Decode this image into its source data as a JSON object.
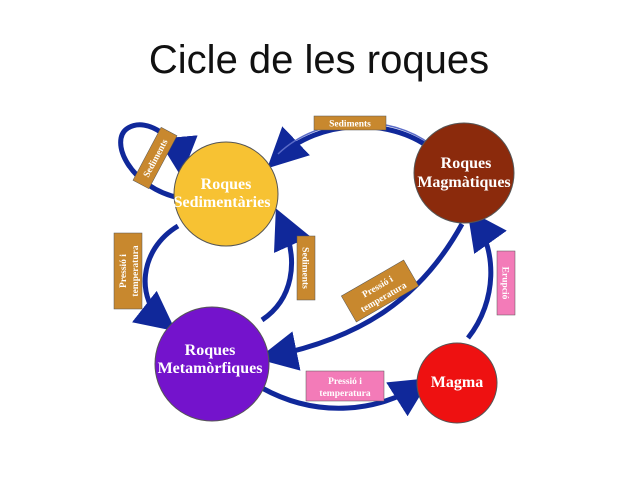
{
  "title": "Cicle de les roques",
  "nodes": {
    "sedimentaries": {
      "line1": "Roques",
      "line2": "Sedimentàries",
      "color": "#F7C233"
    },
    "magmatiques": {
      "line1": "Roques",
      "line2": "Magmàtiques",
      "color": "#8B2A0C"
    },
    "metamorfiques": {
      "line1": "Roques",
      "line2": "Metamòrfiques",
      "color": "#7413CC"
    },
    "magma": {
      "line1": "Magma",
      "color": "#EE1111"
    }
  },
  "labels": {
    "sediments_top": {
      "text": "Sediments",
      "color": "#C8882E"
    },
    "sediments_loop": {
      "text": "Sediments",
      "color": "#C8882E"
    },
    "sediments_mid": {
      "text": "Sediments",
      "color": "#C8882E"
    },
    "pressio_left": {
      "line1": "Pressió i",
      "line2": "temperatura",
      "color": "#C8882E"
    },
    "pressio_diag": {
      "line1": "Pressió i",
      "line2": "temperatura",
      "color": "#C8882E"
    },
    "pressio_bottom": {
      "line1": "Pressió i",
      "line2": "temperatura",
      "color": "#F37BB8"
    },
    "erupcio": {
      "text": "Erupció",
      "color": "#F37BB8"
    }
  },
  "arrow_color": "#10289A"
}
